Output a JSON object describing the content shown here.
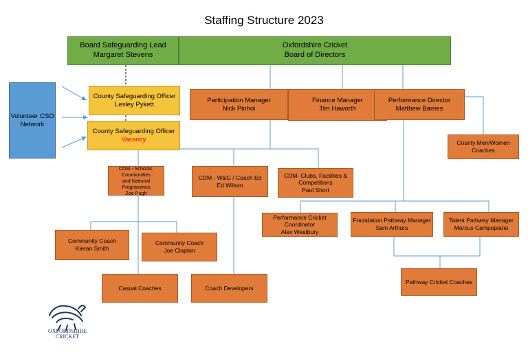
{
  "title": "Staffing Structure 2023",
  "board_safeguarding": {
    "line1": "Board Safeguarding Lead",
    "line2": "Margaret Stevens"
  },
  "board_directors": {
    "line1": "Oxfordshire Cricket",
    "line2": "Board of Directors"
  },
  "volunteer_cso": {
    "line1": "Volunteer CSO",
    "line2": "Network"
  },
  "cso_1": {
    "line1": "County Safeguarding Officer",
    "line2": "Lesley Pykett"
  },
  "cso_2": {
    "line1": "County Safeguarding Officer",
    "line2": "Vacancy"
  },
  "participation_manager": {
    "line1": "Participation Manager",
    "line2": "Nick Pinhol"
  },
  "finance_manager": {
    "line1": "Finance Manager",
    "line2": "Tim Haworth"
  },
  "performance_director": {
    "line1": "Performance Director",
    "line2": "Matthew Barnes"
  },
  "county_coaches": {
    "line1": "County Men/Women",
    "line2": "Coaches"
  },
  "cdm_schools": {
    "line1": "CDM - Schools, Communities",
    "line2": "and National Programmes",
    "line3": "Zoe Pugh"
  },
  "cdm_wg": {
    "line1": "CDM - W&G  / Coach Ed",
    "line2": "Ed Wilson"
  },
  "cdm_clubs": {
    "line1": "CDM- Clubs, Facilities  &",
    "line2": "Competitions",
    "line3": "Paul Short"
  },
  "performance_coordinator": {
    "line1": "Performance Cricket",
    "line2": "Coordinator",
    "line3": "Alex Westbury"
  },
  "foundation_pathway": {
    "line1": "Foundation Pathway Manager",
    "line2": "Sam Arthurs"
  },
  "talent_pathway": {
    "line1": "Talent Pathway Manager",
    "line2": "Marcus Campopiano"
  },
  "community_coach_1": {
    "line1": "Community Coach",
    "line2": "Kieran Smith"
  },
  "community_coach_2": {
    "line1": "Community Coach",
    "line2": "Joe Clapton"
  },
  "casual_coaches": {
    "line1": "Casual Coaches"
  },
  "coach_developers": {
    "line1": "Coach Developers"
  },
  "pathway_coaches": {
    "line1": "Pathway Cricket Coaches"
  },
  "logo": {
    "line1": "OXFORDSHIRE",
    "line2": "CRICKET",
    "color": "#1f3566"
  },
  "colors": {
    "green": "#70ad47",
    "orange": "#e07b39",
    "yellow": "#f5c33c",
    "blue": "#5b9bd5",
    "line": "#5b9bd5",
    "vacancy": "#ff0000"
  }
}
